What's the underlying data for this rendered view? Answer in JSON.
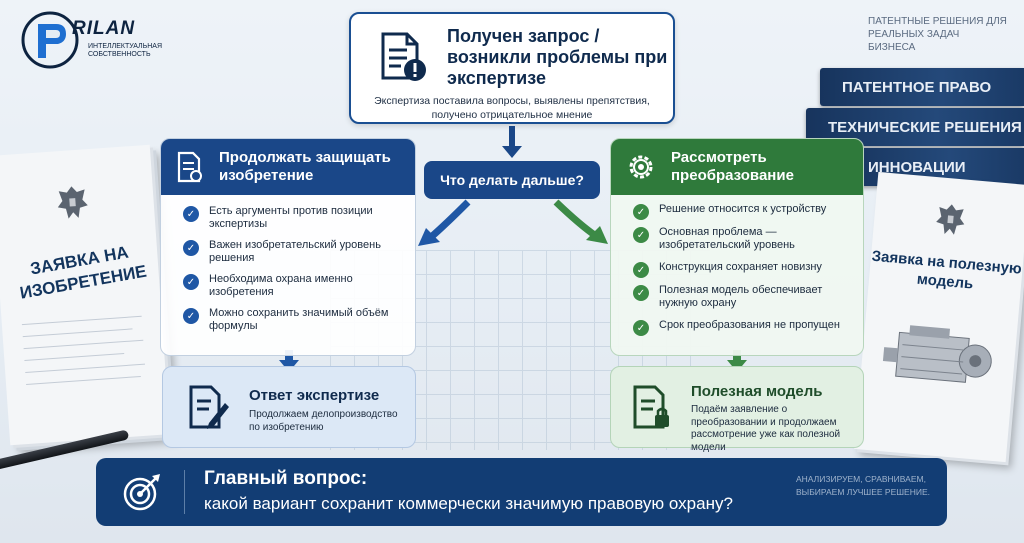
{
  "brand": {
    "name": "RILAN",
    "subtitle": "ИНТЕЛЛЕКТУАЛЬНАЯ СОБСТВЕННОСТЬ",
    "tagline": "ПАТЕНТНЫЕ РЕШЕНИЯ ДЛЯ РЕАЛЬНЫХ ЗАДАЧ БИЗНЕСА"
  },
  "documents": {
    "left_title": "ЗАЯВКА НА ИЗОБРЕТЕНИЕ",
    "right_title": "Заявка на полезную модель"
  },
  "books": [
    "ПАТЕНТНОЕ ПРАВО",
    "ТЕХНИЧЕСКИЕ РЕШЕНИЯ",
    "ИННОВАЦИИ"
  ],
  "start": {
    "title": "Получен запрос / возникли проблемы при экспертизе",
    "subtitle": "Экспертиза поставила вопросы, выявлены препятствия, получено отрицательное мнение"
  },
  "decision": "Что делать дальше?",
  "left_branch": {
    "title": "Продолжать защищать изобретение",
    "items": [
      "Есть аргументы против позиции экспертизы",
      "Важен изобретательский уровень решения",
      "Необходима охрана именно изобретения",
      "Можно сохранить значимый объём формулы"
    ],
    "result_title": "Ответ экспертизе",
    "result_text": "Продолжаем делопроизводство по изобретению"
  },
  "right_branch": {
    "title": "Рассмотреть преобразование",
    "items": [
      "Решение относится к устройству",
      "Основная проблема — изобретательский уровень",
      "Конструкция сохраняет новизну",
      "Полезная модель обеспечивает нужную охрану",
      "Срок преобразования не пропущен"
    ],
    "result_title": "Полезная модель",
    "result_text": "Подаём заявление о преобразовании и продолжаем рассмотрение уже как полезной модели"
  },
  "footer": {
    "title": "Главный вопрос:",
    "subtitle": "какой вариант сохранит коммерчески значимую правовую охрану?",
    "side": "АНАЛИЗИРУЕМ, СРАВНИВАЕМ, ВЫБИРАЕМ ЛУЧШЕЕ РЕШЕНИЕ."
  },
  "colors": {
    "navy": "#1a4788",
    "green": "#2f7a3b",
    "footer": "#123d74"
  }
}
